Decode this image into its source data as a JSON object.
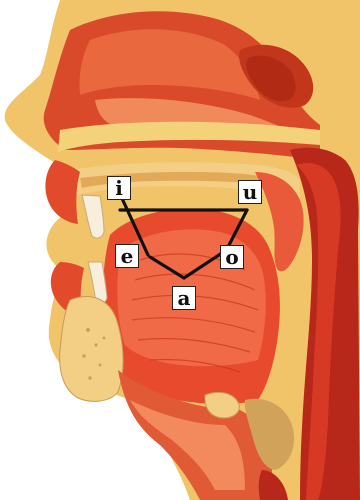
{
  "figure": {
    "vowels": {
      "i": "i",
      "u": "u",
      "e": "e",
      "o": "o",
      "a": "a"
    }
  }
}
